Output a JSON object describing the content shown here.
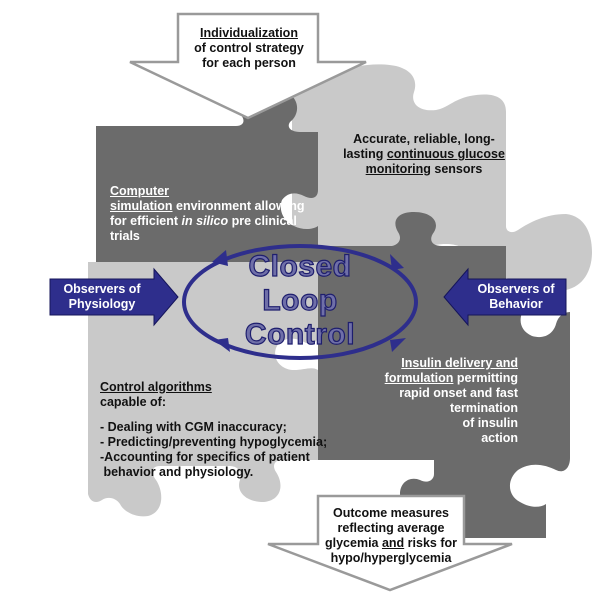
{
  "colors": {
    "piece_dark": "#6b6b6b",
    "piece_mid": "#5a5a5a",
    "piece_light": "#c9c9c9",
    "arrow_fill": "#2e2e8c",
    "ellipse_stroke": "#2e2e8c",
    "outline_arrow": "#9a9a9a"
  },
  "top_arrow": {
    "line1": "Individualization",
    "line2": "of control strategy",
    "line3": "for each person"
  },
  "bottom_arrow": {
    "line1": "Outcome measures",
    "line2": "reflecting average",
    "line3_a": "glycemia ",
    "line3_b": "and",
    "line3_c": " risks for",
    "line4": "hypo/hyperglycemia"
  },
  "sensors": {
    "line1": "Accurate, reliable, long-",
    "line2_a": "lasting ",
    "line2_b": "continuous glucose",
    "line3_a": "monitoring",
    "line3_b": " sensors"
  },
  "simulation": {
    "line1_a": "Computer",
    "line2_a": "simulation",
    "line2_b": " environment allowing",
    "line3_a": "for efficient ",
    "line3_b": "in silico",
    "line3_c": " pre clinical",
    "line4": "trials"
  },
  "insulin": {
    "line1": "Insulin delivery and",
    "line2_a": "formulation",
    "line2_b": " permitting",
    "line3": "rapid onset and fast",
    "line4": "termination",
    "line5": "of insulin",
    "line6": "action"
  },
  "algorithms": {
    "title": "Control algorithms",
    "subtitle": "capable of:",
    "items": [
      "- Dealing with CGM inaccuracy;",
      "- Predicting/preventing hypoglycemia;",
      "-Accounting for specifics of patient",
      " behavior and physiology."
    ]
  },
  "center": {
    "line1": "Closed",
    "line2": "Loop",
    "line3": "Control"
  },
  "left_arrow": {
    "line1": "Observers of",
    "line2": "Physiology"
  },
  "right_arrow": {
    "line1": "Observers of",
    "line2": "Behavior"
  }
}
